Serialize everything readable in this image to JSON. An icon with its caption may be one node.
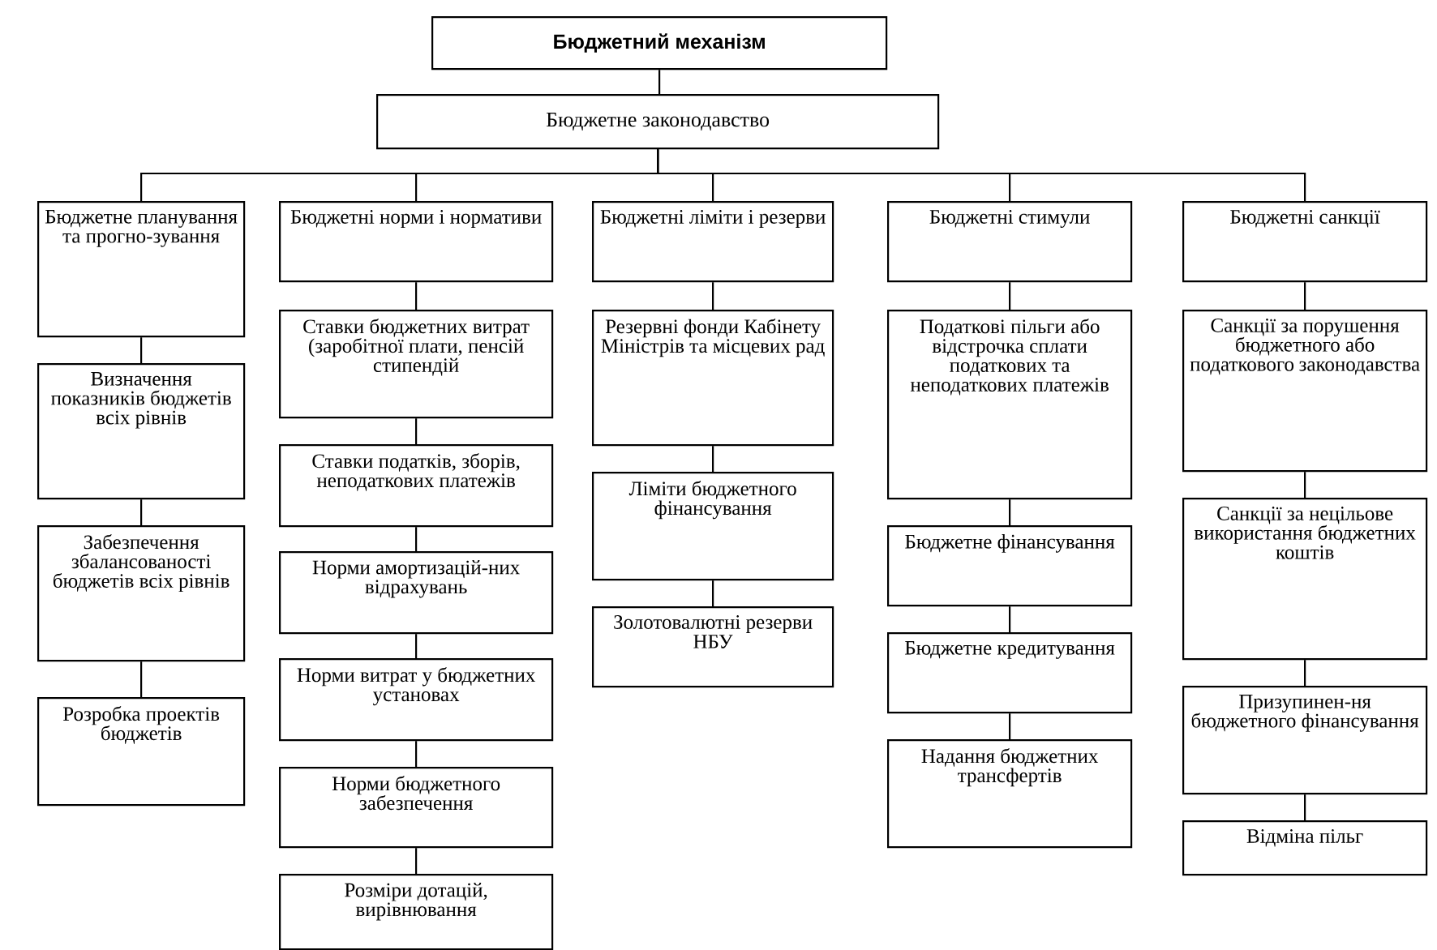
{
  "diagram": {
    "nodes": [
      {
        "text": [
          "Бюджетний механізм"
        ]
      },
      {
        "text": [
          "Бюджетне законодавство"
        ]
      },
      {
        "text": [
          "Бюджетне планування та прогно-зування"
        ]
      },
      {
        "text": [
          "Визначення показників бюджетів всіх рівнів"
        ]
      },
      {
        "text": [
          "Забезпечення збалансованості бюджетів всіх рівнів"
        ]
      },
      {
        "text": [
          "Розробка проектів бюджетів"
        ]
      },
      {
        "text": [
          "Бюджетні норми і нормативи"
        ]
      },
      {
        "text": [
          "Ставки бюджетних витрат (заробітної плати, пенсій стипендій"
        ]
      },
      {
        "text": [
          "Ставки податків, зборів, неподаткових платежів"
        ]
      },
      {
        "text": [
          "Норми амортизацій-них відрахувань"
        ]
      },
      {
        "text": [
          "Норми витрат у бюджетних установах"
        ]
      },
      {
        "text": [
          "Норми бюджетного забезпечення"
        ]
      },
      {
        "text": [
          "Розміри дотацій, вирівнювання"
        ]
      },
      {
        "text": [
          "Бюджетні ліміти і резерви"
        ]
      },
      {
        "text": [
          "Резервні фонди Кабінету Міністрів та місцевих рад"
        ]
      },
      {
        "text": [
          "Ліміти бюджетного фінансування"
        ]
      },
      {
        "text": [
          "Золотовалютні резерви НБУ"
        ]
      },
      {
        "text": [
          "Бюджетні стимули"
        ]
      },
      {
        "text": [
          "Податкові пільги або відстрочка сплати податкових та неподаткових платежів"
        ]
      },
      {
        "text": [
          "Бюджетне фінансування"
        ]
      },
      {
        "text": [
          "Бюджетне кредитування"
        ]
      },
      {
        "text": [
          "Надання бюджетних трансфертів"
        ]
      },
      {
        "text": [
          "Бюджетні санкції"
        ]
      },
      {
        "text": [
          "Санкції за порушення бюджетного або податкового законодавства"
        ]
      },
      {
        "text": [
          "Санкції за нецільове використання бюджетних коштів"
        ]
      },
      {
        "text": [
          "Призупинен-ня бюджетного фінансування"
        ]
      },
      {
        "text": [
          "Відміна пільг"
        ]
      }
    ],
    "edges": [
      {
        "from": 0,
        "to": 1,
        "arrow": "none"
      },
      {
        "from": 1,
        "to": 2,
        "arrow": "none"
      },
      {
        "from": 1,
        "to": 6,
        "arrow": "none"
      },
      {
        "from": 1,
        "to": 13,
        "arrow": "none"
      },
      {
        "from": 1,
        "to": 17,
        "arrow": "none"
      },
      {
        "from": 1,
        "to": 22,
        "arrow": "none"
      },
      {
        "from": 2,
        "to": 3,
        "arrow": "none"
      },
      {
        "from": 3,
        "to": 4,
        "arrow": "none"
      },
      {
        "from": 4,
        "to": 5,
        "arrow": "none"
      },
      {
        "from": 6,
        "to": 7,
        "arrow": "none"
      },
      {
        "from": 7,
        "to": 8,
        "arrow": "none"
      },
      {
        "from": 8,
        "to": 9,
        "arrow": "none"
      },
      {
        "from": 9,
        "to": 10,
        "arrow": "none"
      },
      {
        "from": 10,
        "to": 11,
        "arrow": "none"
      },
      {
        "from": 11,
        "to": 12,
        "arrow": "none"
      },
      {
        "from": 13,
        "to": 14,
        "arrow": "none"
      },
      {
        "from": 14,
        "to": 15,
        "arrow": "none"
      },
      {
        "from": 15,
        "to": 16,
        "arrow": "none"
      },
      {
        "from": 17,
        "to": 18,
        "arrow": "none"
      },
      {
        "from": 18,
        "to": 19,
        "arrow": "none"
      },
      {
        "from": 19,
        "to": 20,
        "arrow": "none"
      },
      {
        "from": 20,
        "to": 21,
        "arrow": "none"
      },
      {
        "from": 22,
        "to": 23,
        "arrow": "none"
      },
      {
        "from": 23,
        "to": 24,
        "arrow": "none"
      },
      {
        "from": 24,
        "to": 25,
        "arrow": "none"
      },
      {
        "from": 25,
        "to": 26,
        "arrow": "none"
      }
    ]
  }
}
